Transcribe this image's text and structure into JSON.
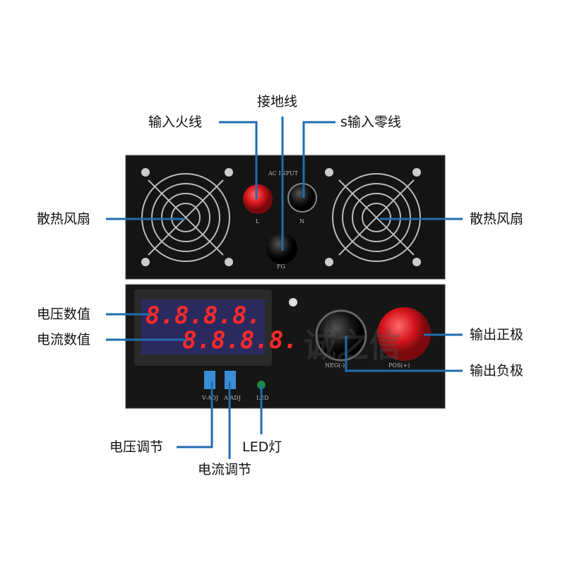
{
  "watermark": "诚之信",
  "labels": {
    "live_input": "输入火线",
    "ground": "接地线",
    "neutral_input": "s输入零线",
    "fan_left": "散热风扇",
    "fan_right": "散热风扇",
    "voltage_value": "电压数值",
    "current_value": "电流数值",
    "output_positive": "输出正极",
    "output_negative": "输出负极",
    "voltage_adjust": "电压调节",
    "current_adjust": "电流调节",
    "led_light": "LED灯"
  },
  "panel_text": {
    "ac_input": "AC INPUT",
    "l": "L",
    "n": "N",
    "fg": "FG",
    "neg": "NEG(-)",
    "pos": "POS(+)",
    "v_adj": "V-ADJ",
    "a_adj": "A-ADJ",
    "led": "LED",
    "display_voltage": "8.8.8.8.",
    "display_current": "8.8.8.8."
  },
  "colors": {
    "line": "#1f6db0",
    "panel": "#141414",
    "knob_red": "#d4141c"
  }
}
